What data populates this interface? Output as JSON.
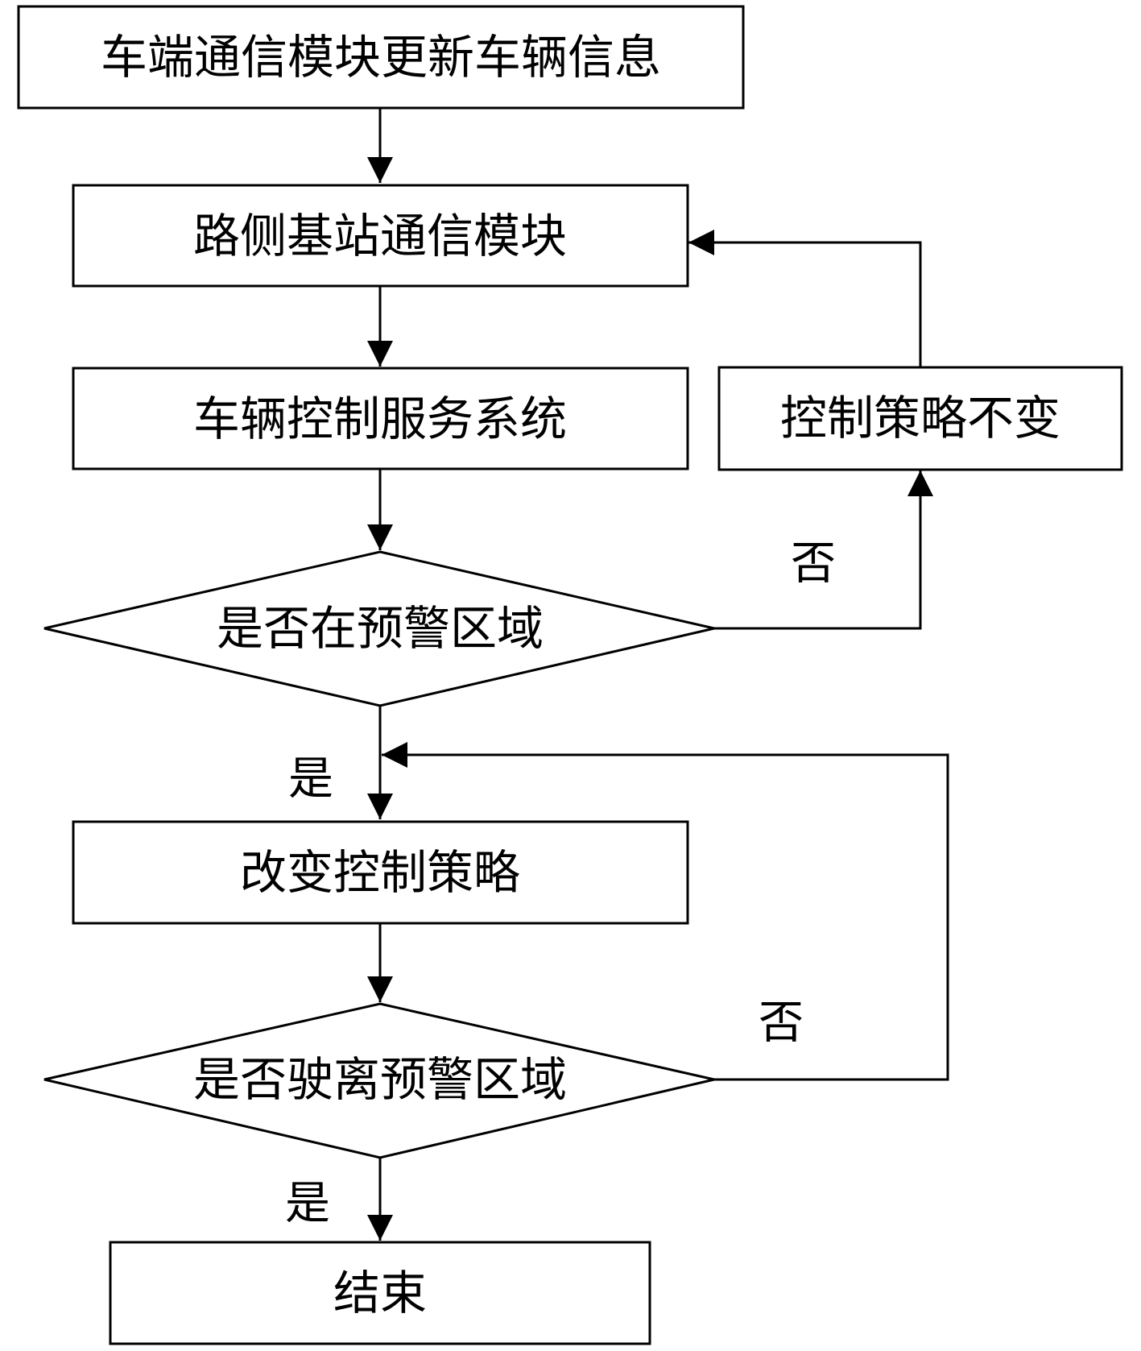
{
  "nodes": {
    "vehicle_update": "车端通信模块更新车辆信息",
    "roadside_station": "路侧基站通信模块",
    "control_service": "车辆控制服务系统",
    "in_warning_zone": "是否在预警区域",
    "change_strategy": "改变控制策略",
    "keep_strategy": "控制策略不变",
    "left_warning_zone": "是否驶离预警区域",
    "end": "结束"
  },
  "edge_labels": {
    "in_zone_no": "否",
    "in_zone_yes": "是",
    "left_zone_no": "否",
    "left_zone_yes": "是"
  }
}
